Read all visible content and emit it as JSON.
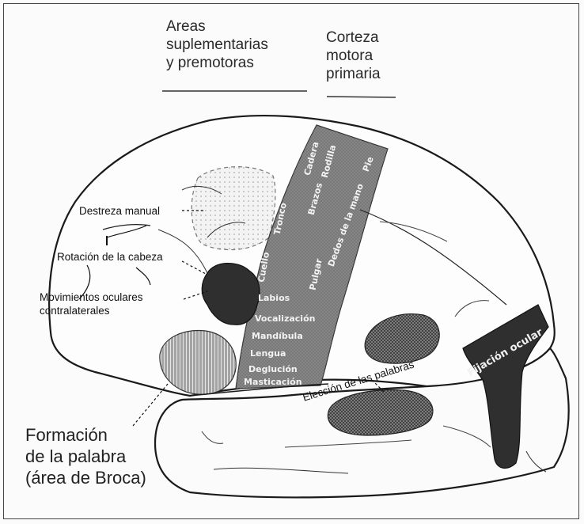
{
  "header": {
    "premotor_lines": [
      "Areas",
      "suplementarias",
      "y premotoras"
    ],
    "motor_lines": [
      "Corteza",
      "motora",
      "primaria"
    ]
  },
  "labels": {
    "destreza": "Destreza manual",
    "rotacion": "Rotación de la cabeza",
    "movimientos_1": "Movimientos oculares",
    "movimientos_2": "contralaterales",
    "formacion_1": "Formación",
    "formacion_2": "de la palabra",
    "formacion_3": "(área de Broca)",
    "eleccion": "Elección de las palabras",
    "fijacion": "Fijación ocular"
  },
  "motor_strip": {
    "body_parts": [
      "Labios",
      "Vocalización",
      "Mandíbula",
      "Lengua",
      "Deglución",
      "Masticación"
    ],
    "oblique": [
      "Cuello",
      "Tronco",
      "Cadera",
      "Rodilla",
      "Brazos",
      "Pulgar",
      "Dedos de la mano",
      "Pie"
    ]
  },
  "colors": {
    "motor_strip": "#8a8a8a",
    "dark_region": "#2f2f2f",
    "hatched": "#bdbdbd",
    "outline": "#1a1a1a"
  }
}
